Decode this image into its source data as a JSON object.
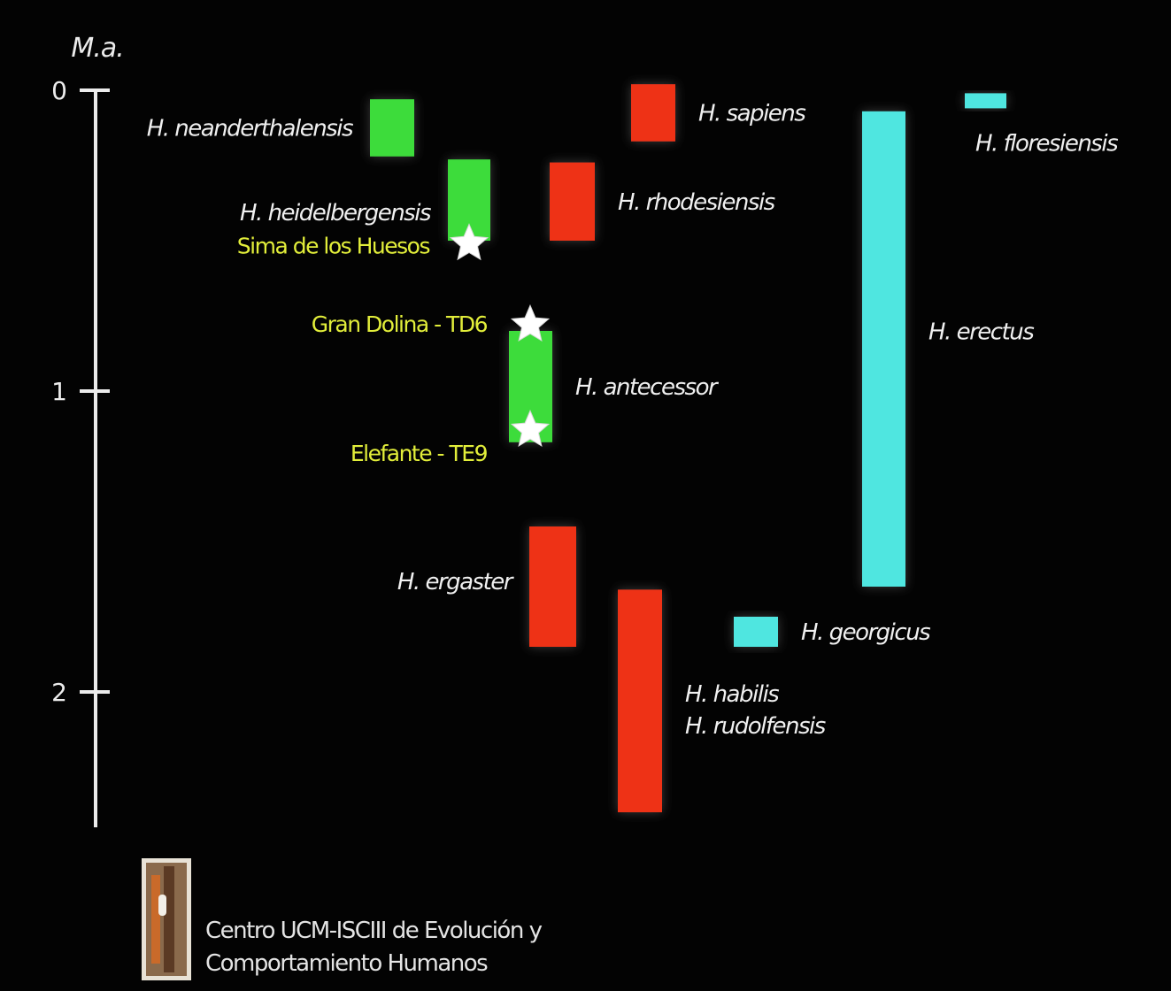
{
  "chart_data": {
    "type": "range-bar",
    "axis": {
      "unit_label": "M.a.",
      "ticks": [
        0,
        1,
        2
      ],
      "range": [
        0,
        2.45
      ],
      "direction": "downward"
    },
    "colors": {
      "green": "#3ddc3a",
      "red": "#ee3318",
      "cyan": "#4fe6e0",
      "site_text": "#e2ee3a",
      "species_text": "#f0f0f0",
      "axis": "#ececec"
    },
    "species": [
      {
        "name": "H. neanderthalensis",
        "start": 0.03,
        "end": 0.22,
        "color": "green",
        "column": 1
      },
      {
        "name": "H. heidelbergensis",
        "start": 0.23,
        "end": 0.5,
        "color": "green",
        "column": 2
      },
      {
        "name": "H. antecessor",
        "start": 0.8,
        "end": 1.17,
        "color": "green",
        "column": 3
      },
      {
        "name": "H. sapiens",
        "start": -0.02,
        "end": 0.17,
        "color": "red",
        "column": 4
      },
      {
        "name": "H. rhodesiensis",
        "start": 0.24,
        "end": 0.5,
        "color": "red",
        "column": 5
      },
      {
        "name": "H. ergaster",
        "start": 1.45,
        "end": 1.85,
        "color": "red",
        "column": 6
      },
      {
        "name": "H. habilis\nH. rudolfensis",
        "start": 1.66,
        "end": 2.4,
        "color": "red",
        "column": 7
      },
      {
        "name": "H. erectus",
        "start": 0.07,
        "end": 1.65,
        "color": "cyan",
        "column": 9
      },
      {
        "name": "H. floresiensis",
        "start": 0.01,
        "end": 0.06,
        "color": "cyan",
        "column": 10
      },
      {
        "name": "H. georgicus",
        "start": 1.75,
        "end": 1.85,
        "color": "cyan",
        "column": 8
      }
    ],
    "sites": [
      {
        "name": "Sima de los Huesos",
        "age": 0.51,
        "species": "H. heidelbergensis"
      },
      {
        "name": "Gran Dolina - TD6",
        "age": 0.78,
        "species": "H. antecessor"
      },
      {
        "name": "Elefante - TE9",
        "age": 1.13,
        "species": "H. antecessor"
      }
    ]
  },
  "footer": {
    "logo": "ucm-isciii-logo",
    "line1": "Centro  UCM-ISCIII de Evolución y",
    "line2": "Comportamiento Humanos"
  }
}
